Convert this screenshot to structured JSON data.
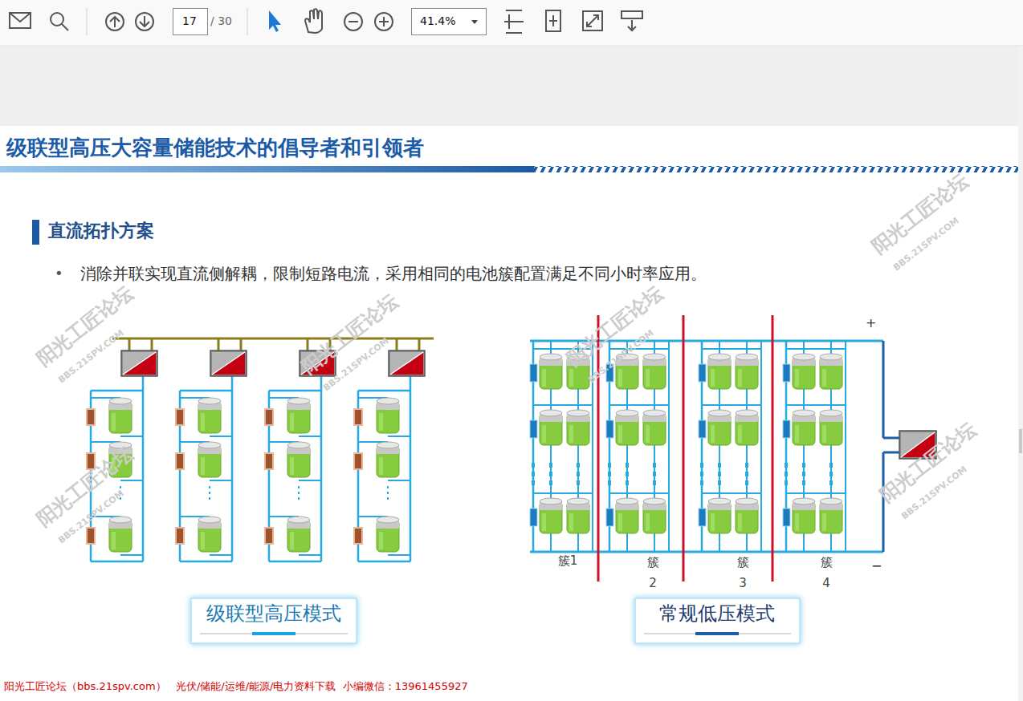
{
  "diagram": {
    "title": "级联型高压大容量储能技术的倡导者和引领者",
    "nodes": [
      {
        "text": [
          "级联型高压模式"
        ]
      },
      {
        "text": [
          "常规低压模式"
        ]
      }
    ],
    "labels": [
      "17",
      "/ 30",
      "41.4%",
      "直流拓扑方案",
      "•",
      "消除并联实现直流侧解耦，限制短路电流，采用相同的电池簇配置满足不同小时率应用。",
      "+",
      "簇1",
      "簇 2",
      "簇 3",
      "簇 4",
      "−",
      "阳光工匠论坛（bbs.21spv.com）   光伏/储能/运维/能源/电力资料下载  小编微信：13961455927",
      "阳光工匠论坛",
      "BBS.21SPV.COM",
      "阳光工匠论坛",
      "BBS.21SPV.COM",
      "阳光工匠论坛",
      "BBS.21SPV.COM",
      "阳光工匠论坛",
      "BBS.21SPV.COM",
      "阳光工匠论坛",
      "BBS.21SPV.COM",
      "阳光工匠论坛",
      "BBS.21SPV.COM"
    ]
  }
}
